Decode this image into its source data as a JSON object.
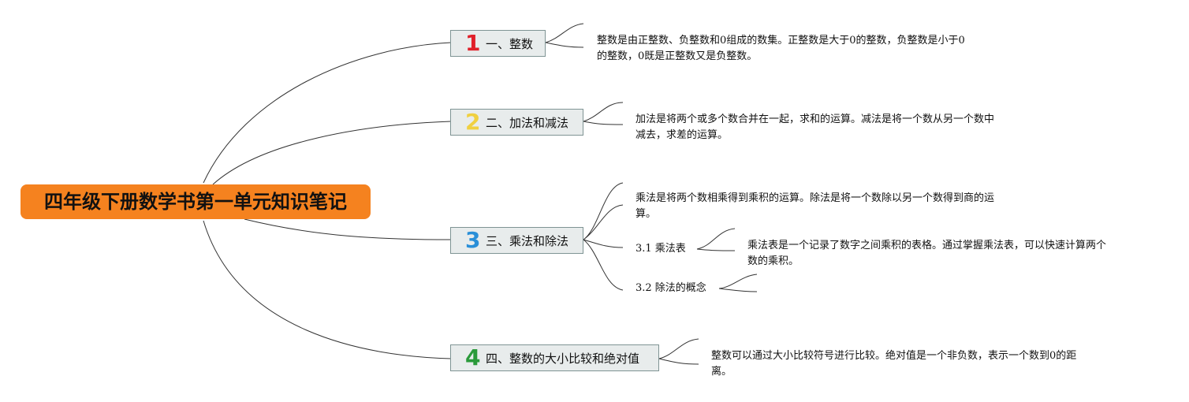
{
  "root": {
    "title": "四年级下册数学书第一单元知识笔记",
    "color": "#f5821f"
  },
  "topics": [
    {
      "num": "1",
      "num_color": "#e0202a",
      "label": "一、整数",
      "notes": [
        "整数是由正整数、负整数和0组成的数集。正整数是大于0的整数，负整数是小于0",
        "的整数，0既是正整数又是负整数。"
      ]
    },
    {
      "num": "2",
      "num_color": "#f0d040",
      "label": "二、加法和减法",
      "notes": [
        "加法是将两个或多个数合并在一起，求和的运算。减法是将一个数从另一个数中",
        "减去，求差的运算。"
      ]
    },
    {
      "num": "3",
      "num_color": "#2a8fd8",
      "label": "三、乘法和除法",
      "notes": [
        "乘法是将两个数相乘得到乘积的运算。除法是将一个数除以另一个数得到商的运",
        "算。"
      ],
      "subtopics": [
        {
          "label": "3.1 乘法表",
          "notes": [
            "乘法表是一个记录了数字之间乘积的表格。通过掌握乘法表，可以快速计算两个",
            "数的乘积。"
          ]
        },
        {
          "label": "3.2 除法的概念"
        }
      ]
    },
    {
      "num": "4",
      "num_color": "#2a9a3a",
      "label": "四、整数的大小比较和绝对值",
      "notes": [
        "整数可以通过大小比较符号进行比较。绝对值是一个非负数，表示一个数到0的距",
        "离。"
      ]
    }
  ]
}
